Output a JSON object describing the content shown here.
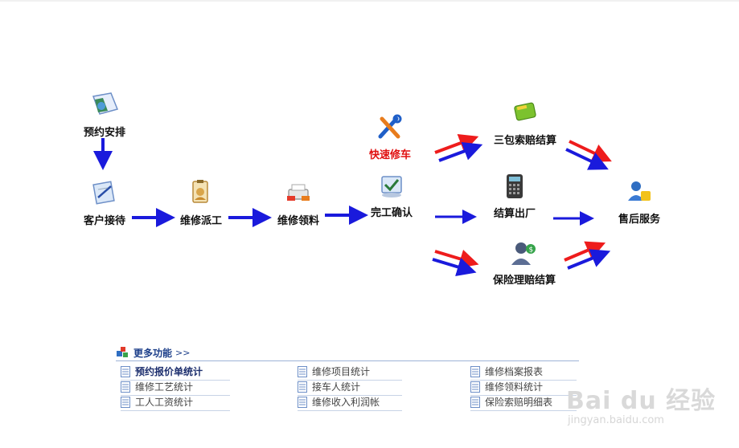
{
  "flow": {
    "nodes": {
      "appointment": {
        "label": "预约安排",
        "icon": "appointment-book-icon"
      },
      "reception": {
        "label": "客户接待",
        "icon": "reception-notepad-icon"
      },
      "dispatch": {
        "label": "维修派工",
        "icon": "dispatch-clipboard-icon"
      },
      "parts": {
        "label": "维修领料",
        "icon": "parts-printer-icon"
      },
      "quick_repair": {
        "label": "快速修车",
        "icon": "tools-icon"
      },
      "completion": {
        "label": "完工确认",
        "icon": "completion-icon"
      },
      "warranty": {
        "label": "三包索赔结算",
        "icon": "warranty-card-icon"
      },
      "checkout": {
        "label": "结算出厂",
        "icon": "pos-terminal-icon"
      },
      "insurance": {
        "label": "保险理赔结算",
        "icon": "insurance-person-icon"
      },
      "after_sales": {
        "label": "售后服务",
        "icon": "after-sales-icon"
      }
    },
    "colors": {
      "blue": "#1a1adc",
      "red": "#ee1c1c",
      "quick_label": "#e01010"
    }
  },
  "more": {
    "title": "更多功能",
    "chevron": ">>",
    "links": [
      [
        "预约报价单统计",
        "维修项目统计",
        "维修档案报表"
      ],
      [
        "维修工艺统计",
        "接车人统计",
        "维修领料统计"
      ],
      [
        "工人工资统计",
        "维修收入利润帐",
        "保险索赔明细表"
      ]
    ]
  },
  "watermark": {
    "brand": "Bai du 经验",
    "url": "jingyan.baidu.com"
  }
}
